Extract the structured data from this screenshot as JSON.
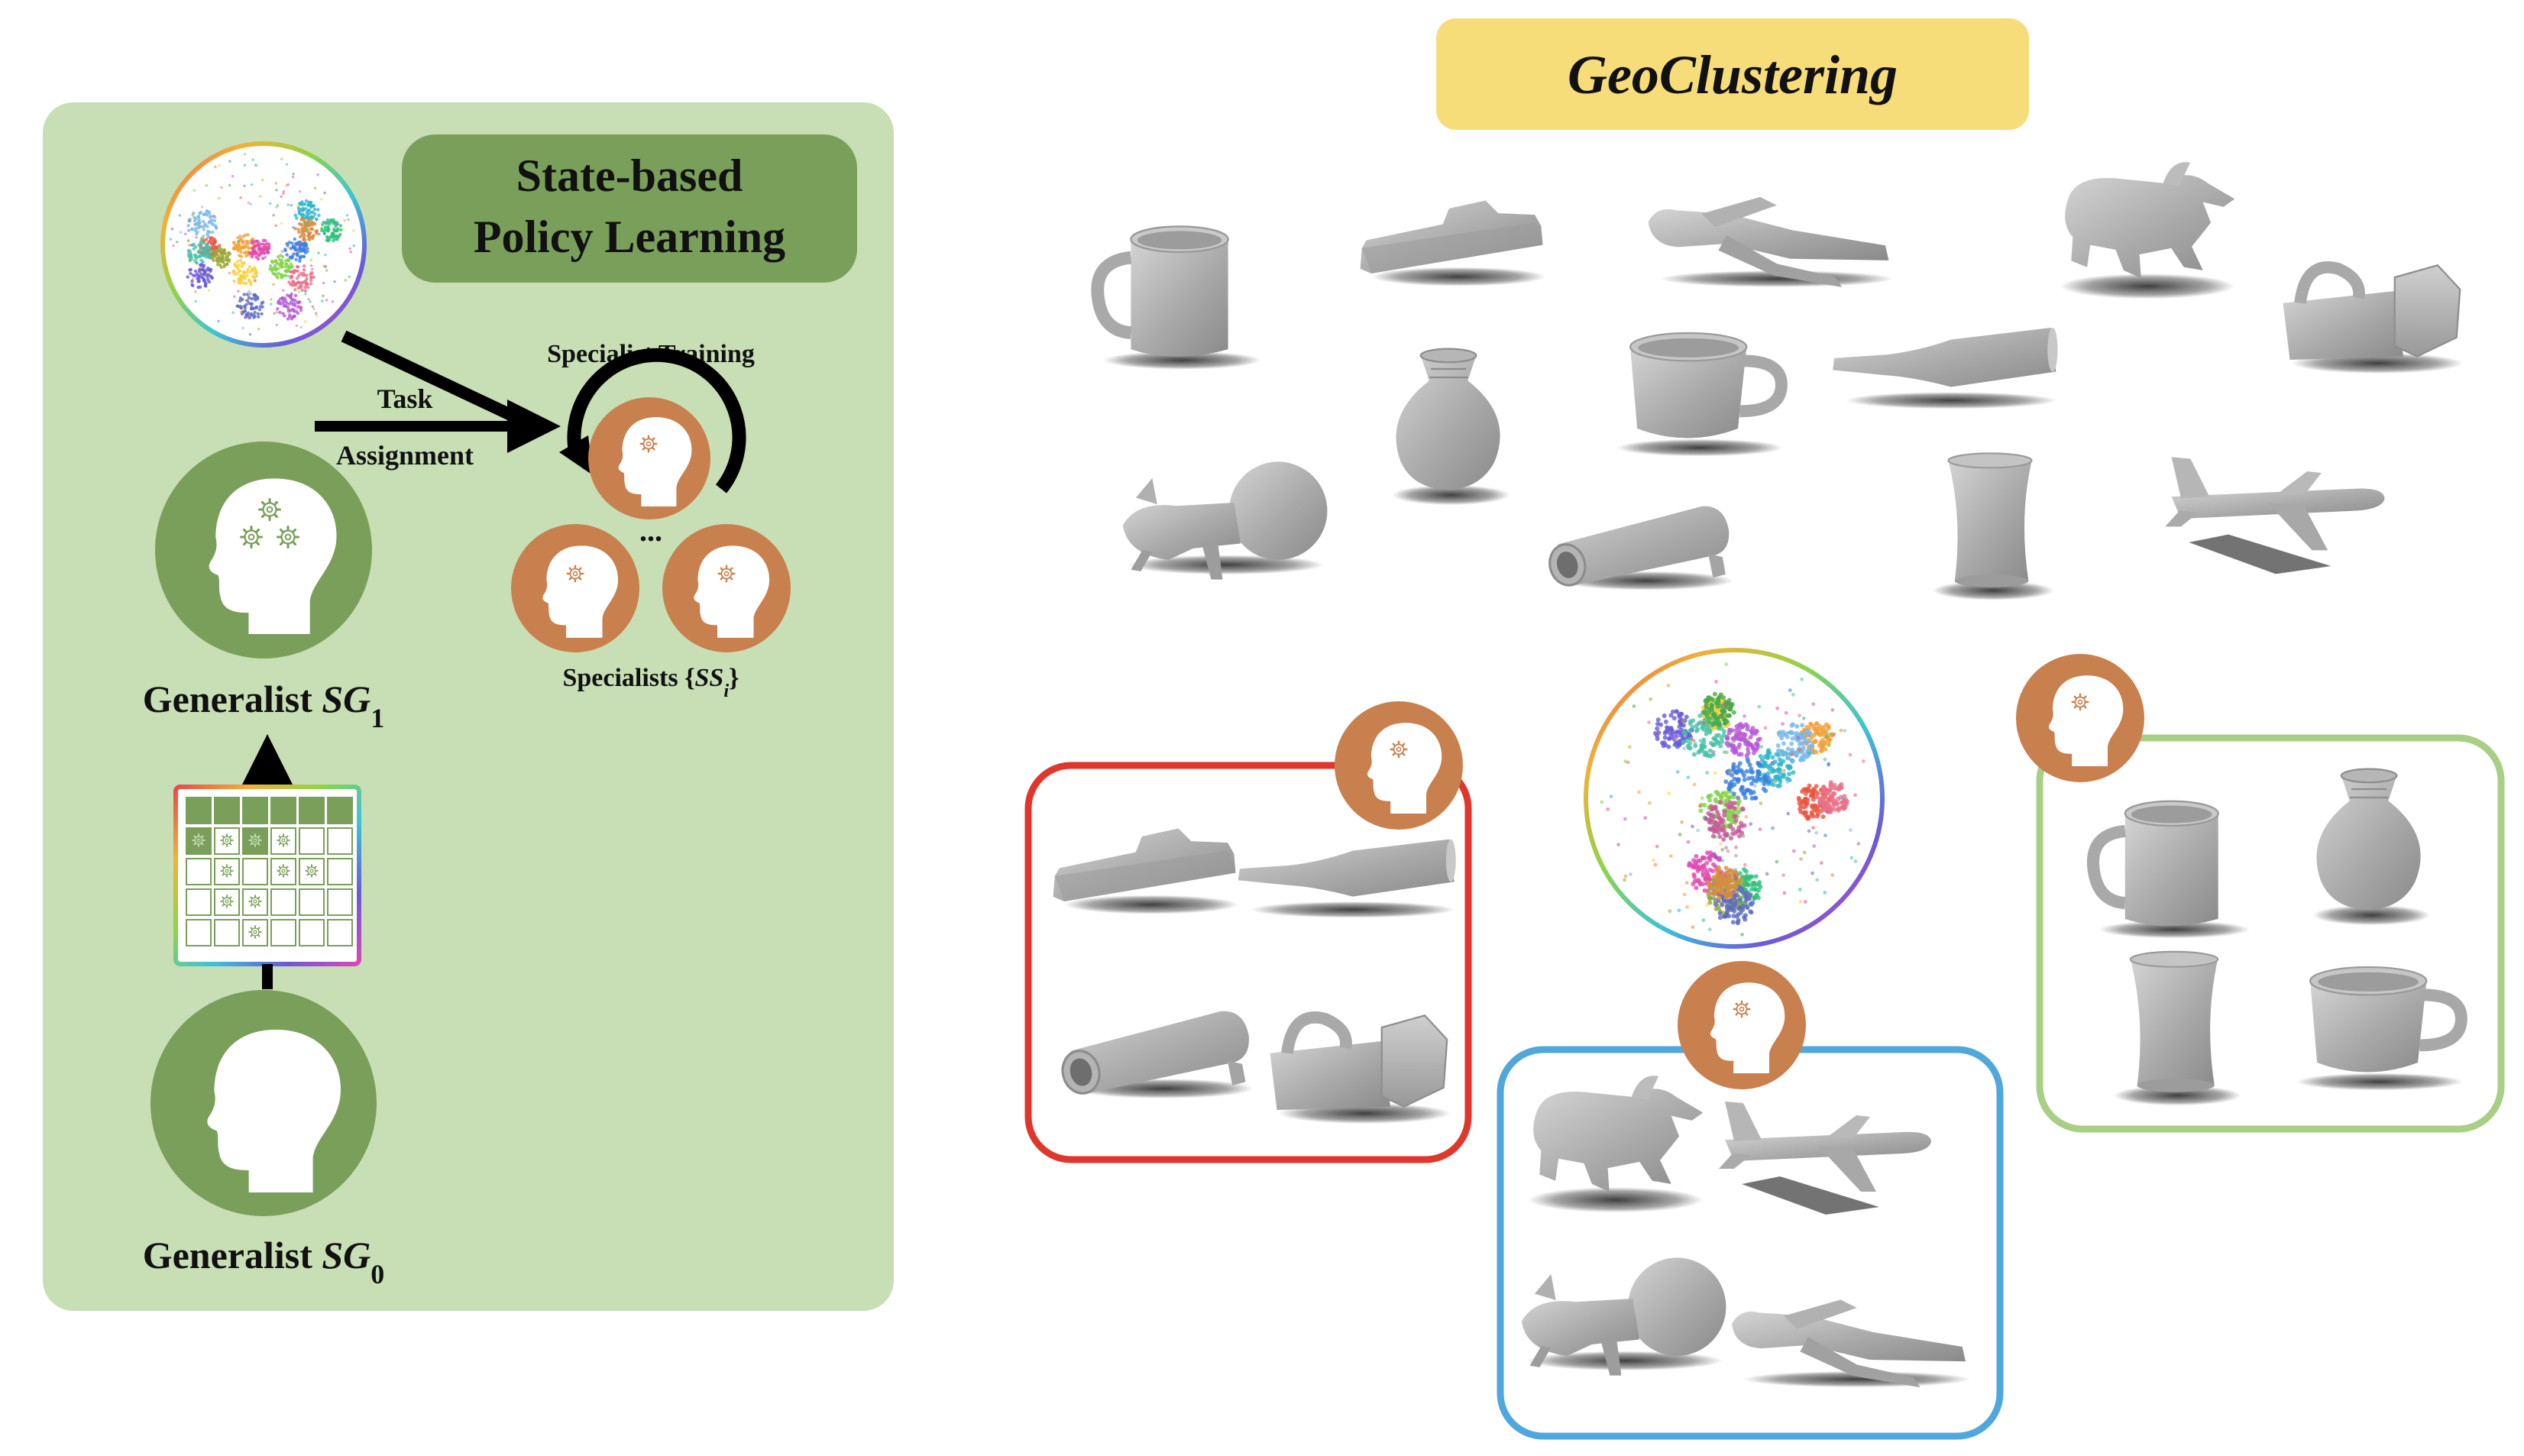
{
  "left_panel": {
    "title_line1": "State-based",
    "title_line2": "Policy Learning",
    "task_label": "Task",
    "assignment_label": "Assignment",
    "specialist_training_label": "Specialist Training",
    "ellipsis": "...",
    "specialists_prefix": "Specialists {",
    "specialists_symbol": "SS",
    "specialists_subscript": "i",
    "specialists_suffix": "}",
    "generalist1_prefix": "Generalist ",
    "generalist1_symbol": "SG",
    "generalist1_subscript": "1",
    "generalist0_prefix": "Generalist ",
    "generalist0_symbol": "SG",
    "generalist0_subscript": "0",
    "panel_color": "#c8dfb5",
    "title_box_color": "#7a9f5a",
    "generalist_color": "#7a9f5a",
    "specialist_color": "#c8804f"
  },
  "right_panel": {
    "title": "GeoClustering",
    "title_box_color": "#f7dc7a",
    "cluster_colors": {
      "red": "#e0372d",
      "blue": "#4fa7dc",
      "green": "#a7cf86"
    },
    "objects_top": [
      "mug",
      "pistol",
      "figure",
      "elephant",
      "vase",
      "cup",
      "bottle",
      "kettle",
      "animal",
      "tube",
      "cylinder",
      "airplane"
    ],
    "groups": {
      "red": [
        "pistol",
        "bottle",
        "tube",
        "kettle"
      ],
      "blue": [
        "elephant",
        "airplane",
        "animal",
        "figure"
      ],
      "green": [
        "mug",
        "vase",
        "cylinder",
        "cup"
      ]
    }
  }
}
